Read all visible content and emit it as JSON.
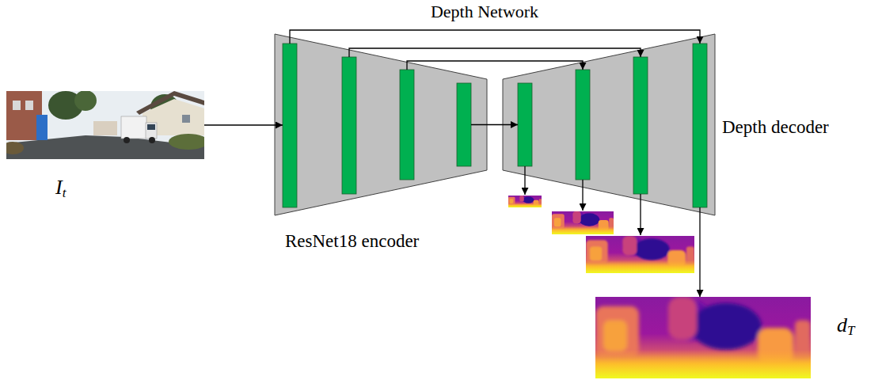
{
  "diagram": {
    "title": "Depth Network",
    "nodes": [
      {
        "text": [
          "I",
          "t"
        ]
      },
      {
        "text": [
          "ResNet18 encoder"
        ]
      },
      {
        "text": [
          "Depth decoder"
        ]
      },
      {
        "text": [
          "d",
          "T"
        ]
      }
    ],
    "edges": [
      {
        "from": 0,
        "to": 1,
        "arrow": "to"
      },
      {
        "from": 1,
        "to": 2,
        "arrow": "to"
      },
      {
        "from": 1,
        "to": 2,
        "arrow": "to"
      },
      {
        "from": 1,
        "to": 2,
        "arrow": "to"
      },
      {
        "from": 1,
        "to": 2,
        "arrow": "to"
      },
      {
        "from": 2,
        "to": 3,
        "arrow": "to"
      }
    ]
  }
}
